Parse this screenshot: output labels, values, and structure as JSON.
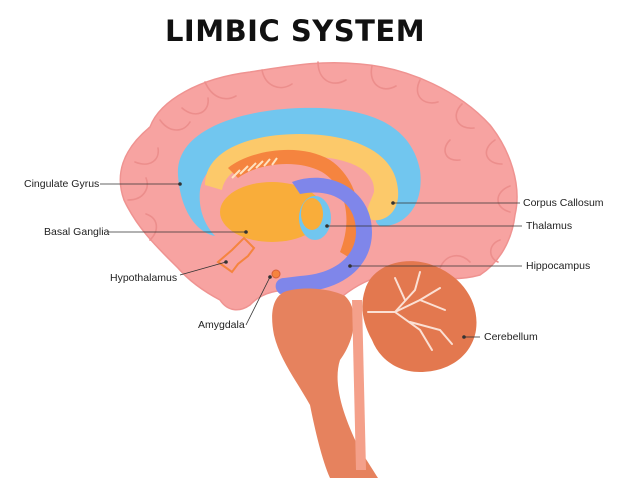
{
  "title": "LIMBIC SYSTEM",
  "labels": {
    "cingulate_gyrus": "Cingulate Gyrus",
    "basal_ganglia": "Basal Ganglia",
    "hypothalamus": "Hypothalamus",
    "amygdala": "Amygdala",
    "corpus_callosum": "Corpus Callosum",
    "thalamus": "Thalamus",
    "hippocampus": "Hippocampus",
    "cerebellum": "Cerebellum"
  },
  "colors": {
    "cortex": "#f7a3a1",
    "cortex_outline": "#e98a88",
    "corpus_callosum": "#71c6ef",
    "cingulate": "#fcc96a",
    "basal_ganglia": "#f9ad3a",
    "fornix": "#f5843f",
    "hippocampus": "#7f86ea",
    "brainstem": "#e6825e",
    "cerebellum": "#e3784f"
  }
}
